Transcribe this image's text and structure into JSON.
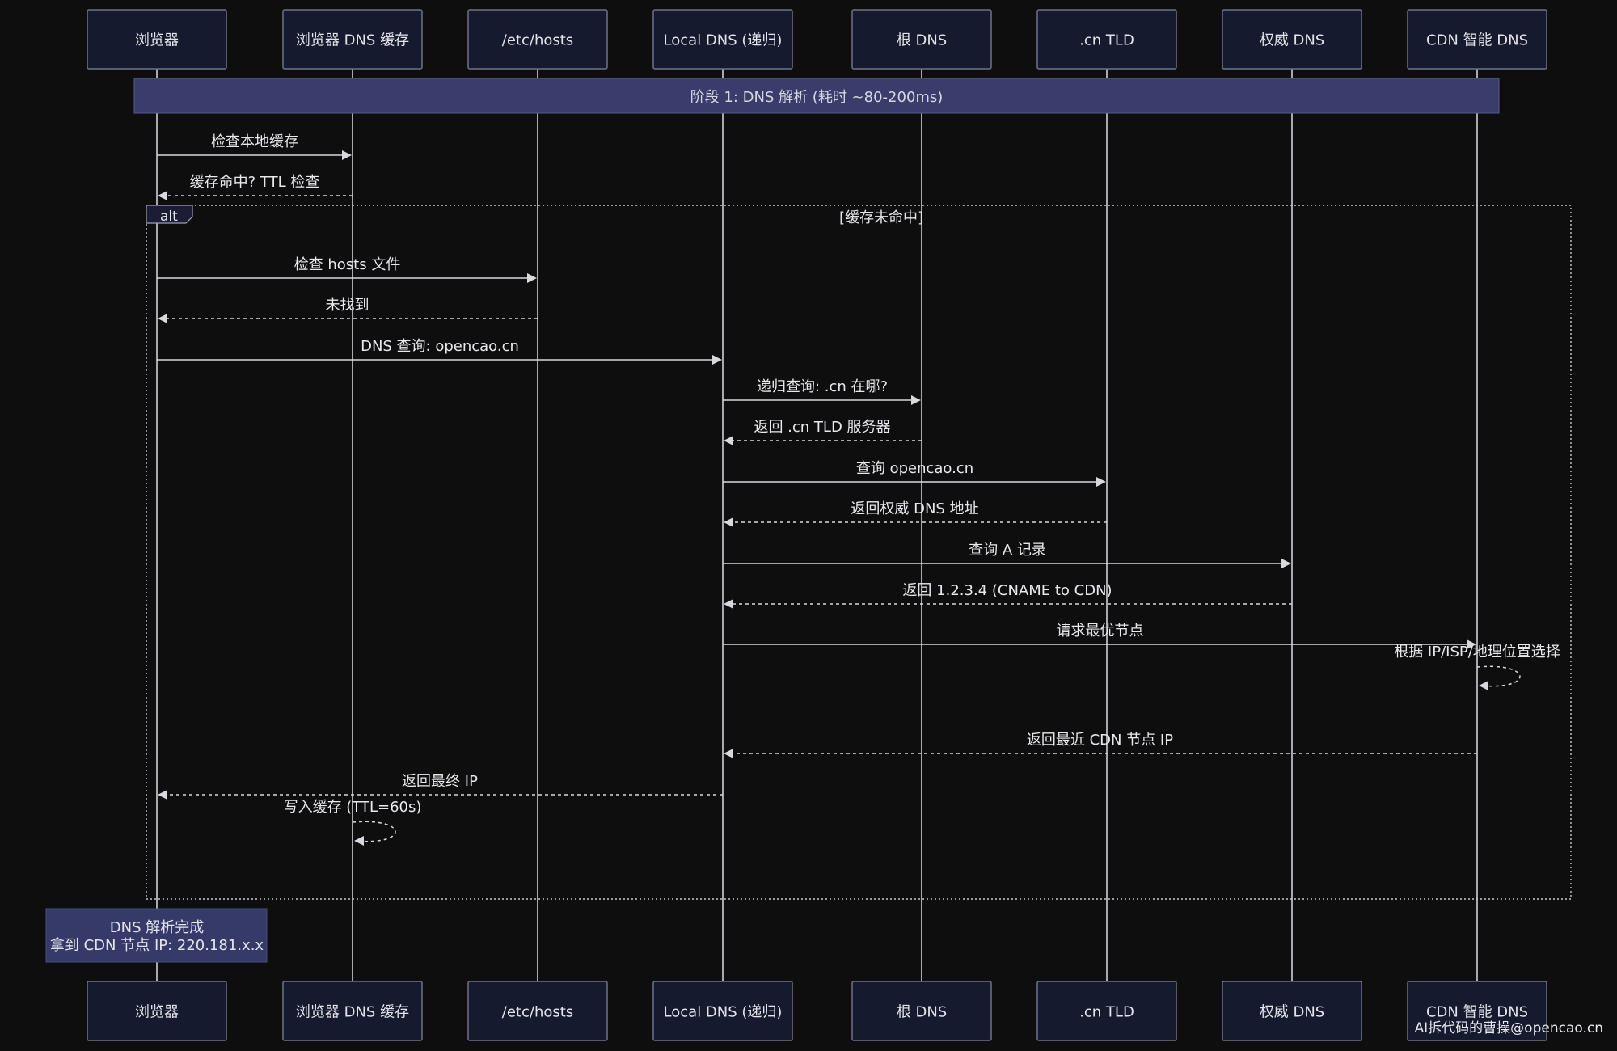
{
  "diagram": {
    "actors": [
      {
        "id": "browser",
        "label": "浏览器"
      },
      {
        "id": "bcache",
        "label": "浏览器 DNS 缓存"
      },
      {
        "id": "hosts",
        "label": "/etc/hosts"
      },
      {
        "id": "local",
        "label": "Local DNS (递归)"
      },
      {
        "id": "root",
        "label": "根 DNS"
      },
      {
        "id": "tld",
        "label": ".cn TLD"
      },
      {
        "id": "auth",
        "label": "权威 DNS"
      },
      {
        "id": "cdn",
        "label": "CDN 智能 DNS"
      }
    ],
    "phase_banner": "阶段 1: DNS 解析 (耗时 ~80-200ms)",
    "alt_block": {
      "tag": "alt",
      "condition": "[缓存未命中]"
    },
    "messages": [
      {
        "from": "browser",
        "to": "bcache",
        "text": "检查本地缓存",
        "style": "solid"
      },
      {
        "from": "bcache",
        "to": "browser",
        "text": "缓存命中? TTL 检查",
        "style": "dashed"
      },
      {
        "from": "browser",
        "to": "hosts",
        "text": "检查 hosts 文件",
        "style": "solid"
      },
      {
        "from": "hosts",
        "to": "browser",
        "text": "未找到",
        "style": "dashed"
      },
      {
        "from": "browser",
        "to": "local",
        "text": "DNS 查询: opencao.cn",
        "style": "solid"
      },
      {
        "from": "local",
        "to": "root",
        "text": "递归查询: .cn 在哪?",
        "style": "solid"
      },
      {
        "from": "root",
        "to": "local",
        "text": "返回 .cn TLD 服务器",
        "style": "dashed"
      },
      {
        "from": "local",
        "to": "tld",
        "text": "查询 opencao.cn",
        "style": "solid"
      },
      {
        "from": "tld",
        "to": "local",
        "text": "返回权威 DNS 地址",
        "style": "dashed"
      },
      {
        "from": "local",
        "to": "auth",
        "text": "查询 A 记录",
        "style": "solid"
      },
      {
        "from": "auth",
        "to": "local",
        "text": "返回 1.2.3.4 (CNAME to CDN)",
        "style": "dashed"
      },
      {
        "from": "local",
        "to": "cdn",
        "text": "请求最优节点",
        "style": "solid"
      },
      {
        "from": "cdn",
        "to": "cdn",
        "text": "根据 IP/ISP/地理位置选择",
        "style": "dashed"
      },
      {
        "from": "cdn",
        "to": "local",
        "text": "返回最近 CDN 节点 IP",
        "style": "dashed"
      },
      {
        "from": "local",
        "to": "browser",
        "text": "返回最终 IP",
        "style": "dashed"
      },
      {
        "from": "bcache",
        "to": "bcache",
        "text": "写入缓存 (TTL=60s)",
        "style": "dashed"
      }
    ],
    "note": {
      "over": "browser",
      "lines": [
        "DNS 解析完成",
        "拿到 CDN 节点 IP: 220.181.x.x"
      ]
    },
    "watermark": "AI拆代码的曹操@opencao.cn"
  },
  "colors": {
    "background": "#0e0e0f",
    "actor_fill": "#161a2e",
    "banner_fill": "#3a3d6b",
    "note_fill": "#363a68",
    "line": "#d8d8de"
  }
}
